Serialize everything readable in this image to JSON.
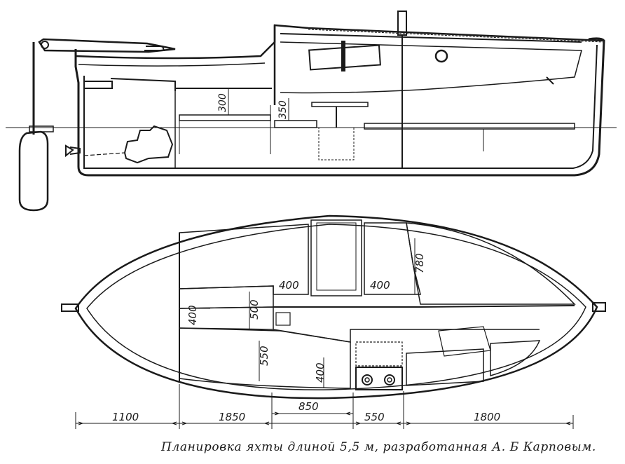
{
  "drawing": {
    "side_view_dims": {
      "berth_height": "300",
      "seat_height": "350"
    },
    "plan_dims": {
      "fore_berth_left_width": "400",
      "fore_berth_right_width": "400",
      "fore_berth_length": "780",
      "aft_bench_width": "400",
      "aft_bench_length": "500",
      "aft_berth_length": "550",
      "galley_seat_width": "400"
    },
    "overall_dims": {
      "seg1": "1100",
      "seg2": "1850",
      "seg3": "850",
      "seg4": "550",
      "seg5": "1800"
    }
  },
  "caption": "Планировка яхты длиной 5,5 м, разработанная А. Б Карповым."
}
